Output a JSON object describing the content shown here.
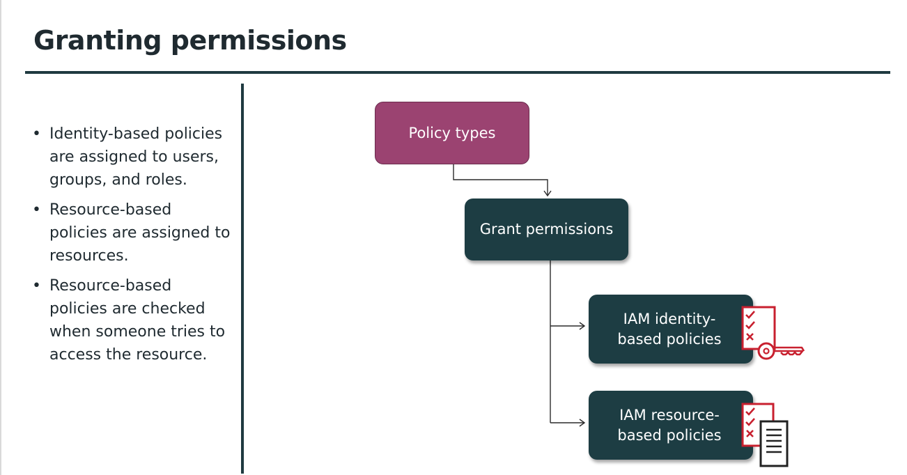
{
  "slide": {
    "title": "Granting permissions",
    "bullets": [
      "Identity-based policies are assigned to users, groups, and roles.",
      "Resource-based policies are assigned to resources.",
      "Resource-based policies are checked when someone tries to access the resource."
    ]
  },
  "diagram": {
    "nodes": {
      "policy_types": "Policy types",
      "grant_permissions": "Grant permissions",
      "identity_based_line1": "IAM identity-",
      "identity_based_line2": "based policies",
      "resource_based_line1": "IAM resource-",
      "resource_based_line2": "based policies"
    },
    "icons": {
      "identity_based": "checklist-key-icon",
      "resource_based": "checklist-document-icon"
    },
    "colors": {
      "policy_types_fill": "#9b4371",
      "node_fill": "#1d3d43",
      "icon_accent": "#c8202f",
      "rule": "#1f3a40"
    }
  }
}
